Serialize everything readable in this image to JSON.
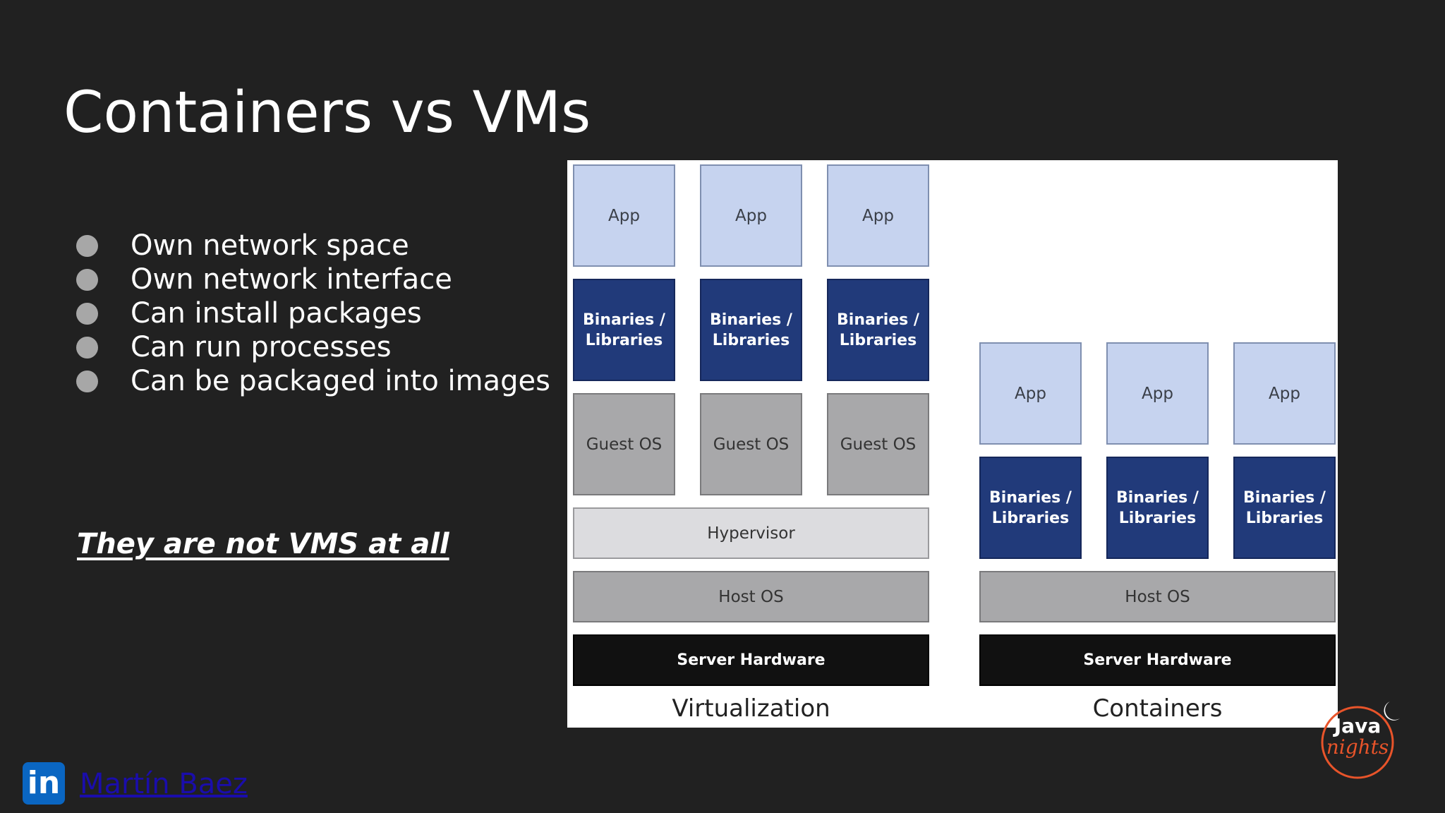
{
  "slide": {
    "title": "Containers vs VMs",
    "bullets": [
      "Own network space",
      "Own network interface",
      "Can install packages",
      "Can run processes",
      "Can be packaged into images"
    ],
    "note": "They are not VMS at all"
  },
  "diagram": {
    "virtualization": {
      "apps": [
        "App",
        "App",
        "App"
      ],
      "binaries": [
        "Binaries / Libraries",
        "Binaries / Libraries",
        "Binaries / Libraries"
      ],
      "guest_os": [
        "Guest OS",
        "Guest OS",
        "Guest OS"
      ],
      "hypervisor": "Hypervisor",
      "host_os": "Host OS",
      "hardware": "Server Hardware",
      "caption": "Virtualization"
    },
    "containers": {
      "apps": [
        "App",
        "App",
        "App"
      ],
      "binaries": [
        "Binaries / Libraries",
        "Binaries / Libraries",
        "Binaries / Libraries"
      ],
      "host_os": "Host OS",
      "hardware": "Server Hardware",
      "caption": "Containers"
    },
    "colors": {
      "app": "#c6d3ef",
      "binaries": "#213a7a",
      "guest_os": "#a8a8aa",
      "hypervisor": "#dcdcdf",
      "hardware": "#111111"
    }
  },
  "footer": {
    "linkedin_icon": "linkedin-icon",
    "author": "Martín Baez",
    "logo_text_top": "Java",
    "logo_text_bottom": "nights",
    "logo_color": "#e8542a"
  }
}
